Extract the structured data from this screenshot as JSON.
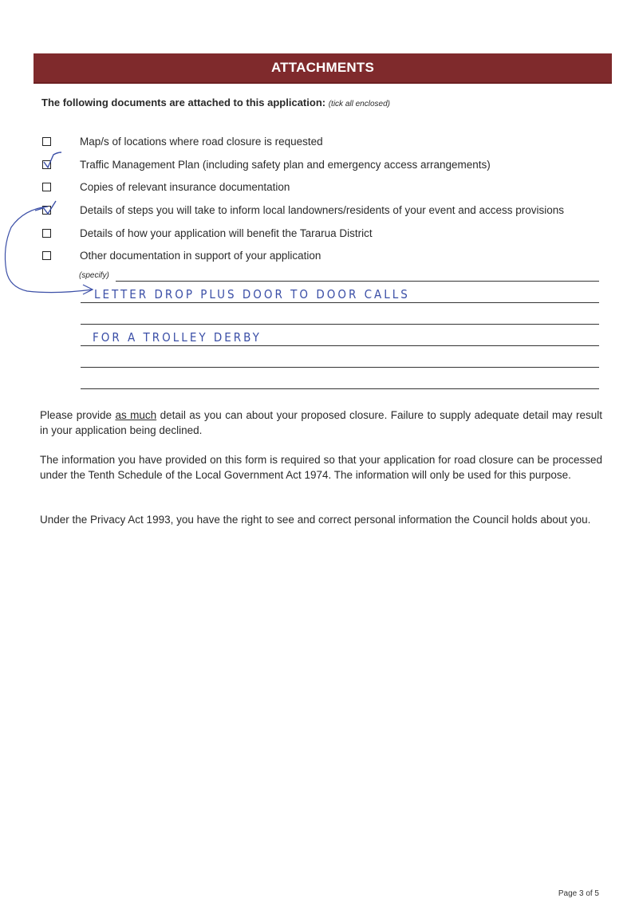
{
  "header": {
    "title": "ATTACHMENTS"
  },
  "intro": {
    "text": "The following documents are attached to this application:",
    "note": "(tick all enclosed)"
  },
  "checklist": [
    {
      "label": "Map/s of locations where road closure is requested",
      "checked": false
    },
    {
      "label": "Traffic Management Plan (including safety plan and emergency access arrangements)",
      "checked": true
    },
    {
      "label": "Copies of relevant insurance documentation",
      "checked": false
    },
    {
      "label": "Details of steps you will take to inform local landowners/residents of your event and access provisions",
      "checked": true
    },
    {
      "label": "Details of how your application will benefit the Tararua District",
      "checked": false
    },
    {
      "label": "Other documentation in support of your application",
      "checked": false
    }
  ],
  "specify": {
    "label": "(specify)",
    "handwritten": [
      "LETTER DROP PLUS DOOR TO DOOR CALLS",
      "FOR A TROLLEY DERBY"
    ]
  },
  "paragraphs": {
    "p1_before": "Please provide ",
    "p1_underlined": "as much",
    "p1_after": " detail as you can about your proposed closure. Failure to supply adequate detail may result in your application being declined.",
    "p2": "The information you have provided on this form is required so that your application for road closure can be processed under the Tenth Schedule of the Local Government Act 1974.  The information will only be used for this purpose.",
    "p3": "Under the Privacy Act 1993, you have the right to see and correct personal information the Council holds about you."
  },
  "footer": {
    "page": "Page 3 of 5"
  },
  "colors": {
    "banner": "#7f2a2c",
    "ink": "#3b4fa7"
  }
}
